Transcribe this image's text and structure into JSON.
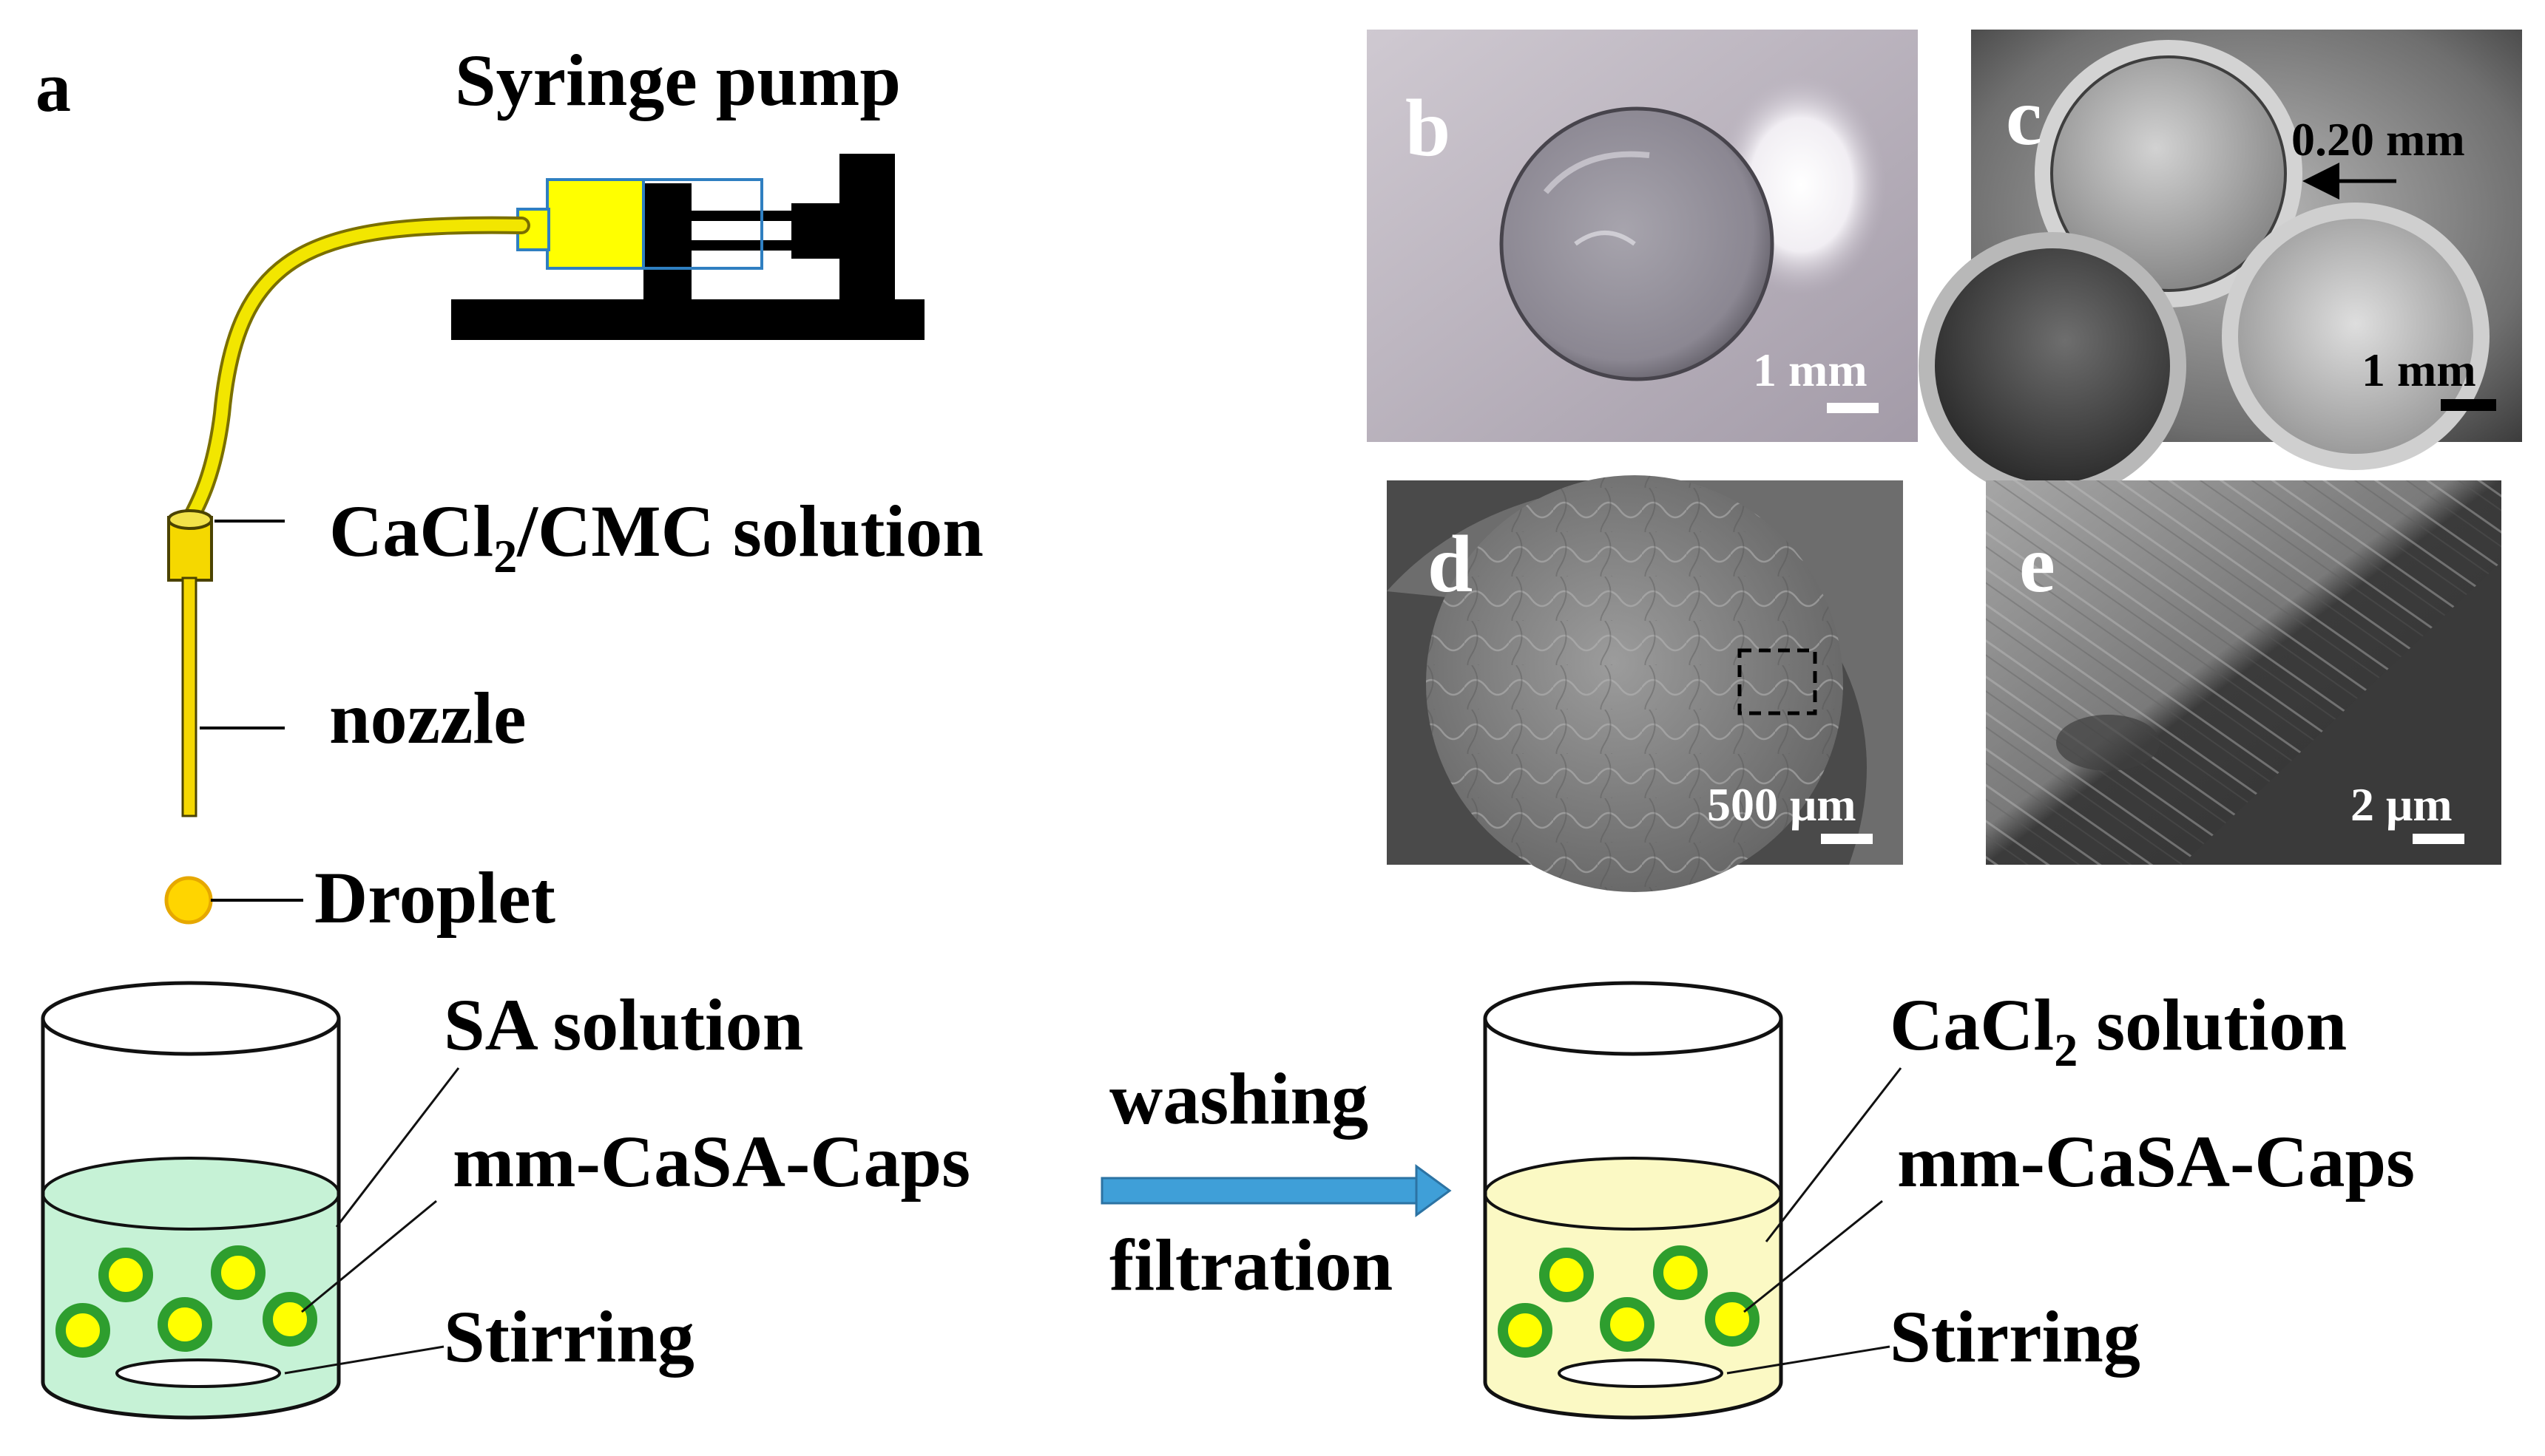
{
  "panel_a": {
    "letter": "a",
    "syringe_pump": "Syringe pump",
    "cacl2_cmc_solution": {
      "prefix": "CaCl",
      "subscript": "2",
      "suffix": "/CMC solution"
    },
    "nozzle": "nozzle",
    "droplet": "Droplet"
  },
  "beaker_left": {
    "solution": "SA solution",
    "capsules": "mm-CaSA-Caps",
    "stirring": "Stirring",
    "liquid_color": "#c6f2d6"
  },
  "process": {
    "top": "washing",
    "bottom": "filtration",
    "arrow_color": "#3f9fd8"
  },
  "beaker_right": {
    "solution": {
      "prefix": "CaCl",
      "subscript": "2",
      "suffix": " solution"
    },
    "capsules": "mm-CaSA-Caps",
    "stirring": "Stirring",
    "liquid_color": "#fbf9c4"
  },
  "micrographs": {
    "b": {
      "letter": "b",
      "scale": "1 mm"
    },
    "c": {
      "letter": "c",
      "scale": "1 mm",
      "thickness": "0.20 mm"
    },
    "d": {
      "letter": "d",
      "scale": "500 μm"
    },
    "e": {
      "letter": "e",
      "scale": "2 μm"
    }
  },
  "colors": {
    "syringe_yellow": "#ffff00",
    "tube_yellow": "#f2e600",
    "capsule_core": "#ffff00",
    "capsule_shell": "#2e9e2e",
    "pump_black": "#000000"
  }
}
